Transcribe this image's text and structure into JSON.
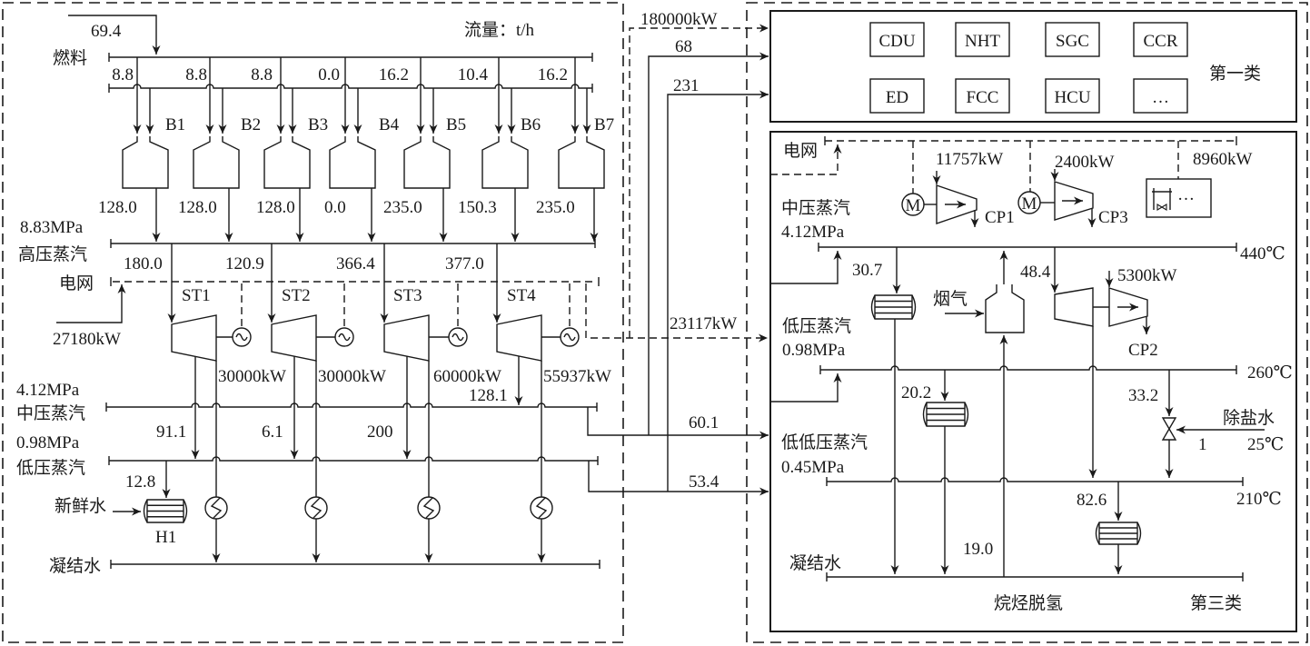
{
  "flow_unit": "流量：t/h",
  "fuel": {
    "label": "燃料",
    "total": "69.4",
    "branches": [
      "8.8",
      "8.8",
      "8.8",
      "0.0",
      "16.2",
      "10.4",
      "16.2"
    ]
  },
  "boilers": [
    {
      "id": "B1",
      "steam_out": "128.0"
    },
    {
      "id": "B2",
      "steam_out": "128.0"
    },
    {
      "id": "B3",
      "steam_out": "128.0"
    },
    {
      "id": "B4",
      "steam_out": "0.0"
    },
    {
      "id": "B5",
      "steam_out": "235.0"
    },
    {
      "id": "B6",
      "steam_out": "150.3"
    },
    {
      "id": "B7",
      "steam_out": "235.0"
    }
  ],
  "hp_steam": {
    "pressure": "8.83MPa",
    "label": "高压蒸汽",
    "turbine_inlet_flows": [
      "180.0",
      "120.9",
      "366.4",
      "377.0"
    ]
  },
  "grid_left": {
    "label": "电网",
    "import_power": "27180kW"
  },
  "turbines": [
    {
      "id": "ST1",
      "power": "30000kW",
      "extraction": "91.1"
    },
    {
      "id": "ST2",
      "power": "30000kW",
      "extraction": "6.1"
    },
    {
      "id": "ST3",
      "power": "60000kW",
      "extraction": "200"
    },
    {
      "id": "ST4",
      "power": "55937kW",
      "extraction": "128.1"
    }
  ],
  "mp_steam_left": {
    "pressure": "4.12MPa",
    "label": "中压蒸汽"
  },
  "lp_steam_left": {
    "pressure": "0.98MPa",
    "label": "低压蒸汽"
  },
  "heater_h1": {
    "id": "H1",
    "steam_flow": "12.8",
    "feed_label": "新鲜水"
  },
  "condensate_left": {
    "label": "凝结水"
  },
  "links": {
    "power_to_class1": "180000kW",
    "mp_to_class1": "68",
    "lp_to_class1": "231",
    "power_to_class3": "23117kW",
    "mp_to_class3": "60.1",
    "lp_to_class3": "53.4"
  },
  "class1": {
    "label": "第一类",
    "units": [
      "CDU",
      "NHT",
      "SGC",
      "CCR",
      "ED",
      "FCC",
      "HCU",
      "…"
    ]
  },
  "class3": {
    "label": "第三类",
    "unit_name": "烷烃脱氢",
    "grid": {
      "label": "电网"
    },
    "motor_symbol": "M",
    "compressors": [
      {
        "id": "CP1",
        "power": "11757kW"
      },
      {
        "id": "CP3",
        "power": "2400kW"
      },
      {
        "id": "CP2",
        "power": "5300kW"
      }
    ],
    "other_load": {
      "power": "8960kW",
      "ellipsis": "…"
    },
    "mp_steam": {
      "label": "中压蒸汽",
      "pressure": "4.12MPa",
      "temperature": "440℃"
    },
    "lp_steam": {
      "label": "低压蒸汽",
      "pressure": "0.98MPa",
      "temperature": "260℃"
    },
    "llp_steam": {
      "label": "低低压蒸汽",
      "pressure": "0.45MPa",
      "temperature": "210℃"
    },
    "condensate": {
      "label": "凝结水"
    },
    "flows": {
      "mp_to_heater": "30.7",
      "mp_to_turbine": "48.4",
      "lp_to_heater": "20.2",
      "lp_to_desuperheater": "33.2",
      "llp_to_heater": "82.6",
      "condensate_to_furnace": "19.0"
    },
    "flue_gas": "烟气",
    "demin_water": {
      "label": "除盐水",
      "temperature": "25℃",
      "flow": "1"
    }
  }
}
